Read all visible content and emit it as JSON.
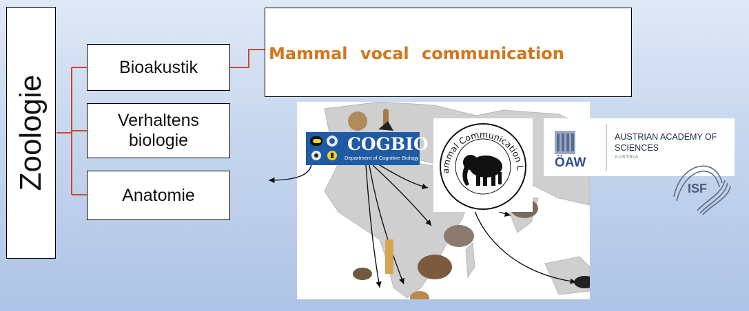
{
  "root": {
    "label": "Zoologie"
  },
  "branches": [
    {
      "label": "Bioakustik"
    },
    {
      "label": "Verhaltens biologie"
    },
    {
      "label": "Anatomie"
    }
  ],
  "focus": {
    "label": "Mammal vocal communication"
  },
  "logos": {
    "cogbio": {
      "name": "COGBIO",
      "subtitle": "Department of Cognitive Biology"
    },
    "mclab": {
      "name": "Mammal Communication Lab"
    },
    "oaw": {
      "line1": "AUSTRIAN ACADEMY OF",
      "line2": "SCIENCES",
      "line3": "AUSTRIA",
      "abbr": "ÖAW"
    },
    "isf": {
      "name": "ISF"
    }
  },
  "colors": {
    "connector": "#c8472e",
    "accent_text": "#d3761c",
    "cogbio_blue": "#1f5aa5",
    "background": "#c6d6ee"
  }
}
